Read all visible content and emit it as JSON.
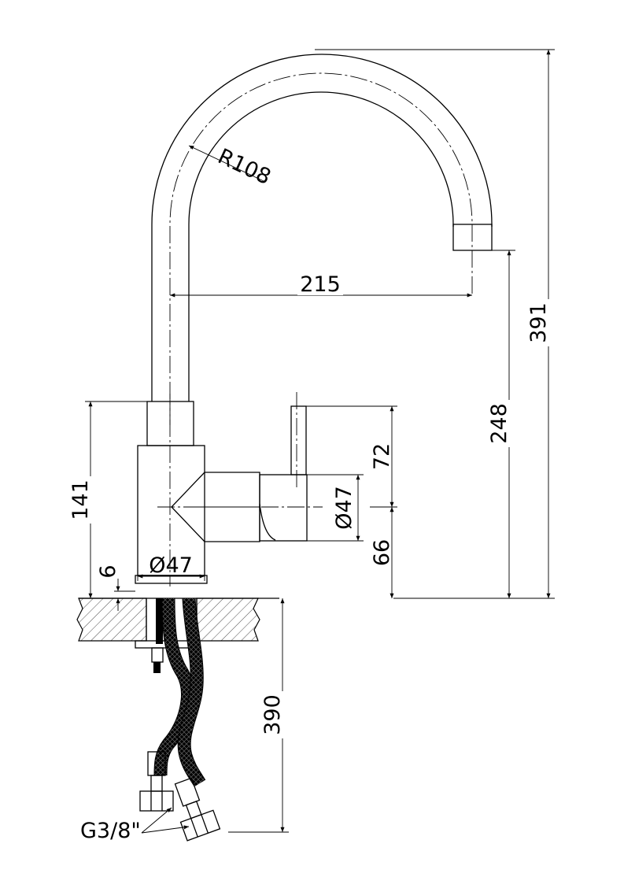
{
  "dimensions": {
    "radius": "R108",
    "spout_reach": "215",
    "total_height": "391",
    "spout_height": "248",
    "body_height": "141",
    "lever_height": "72",
    "body_base_height": "66",
    "lever_diameter": "Ø47",
    "body_diameter": "Ø47",
    "base_thickness": "6",
    "hose_length": "390"
  },
  "labels": {
    "thread": "G3/8\""
  }
}
